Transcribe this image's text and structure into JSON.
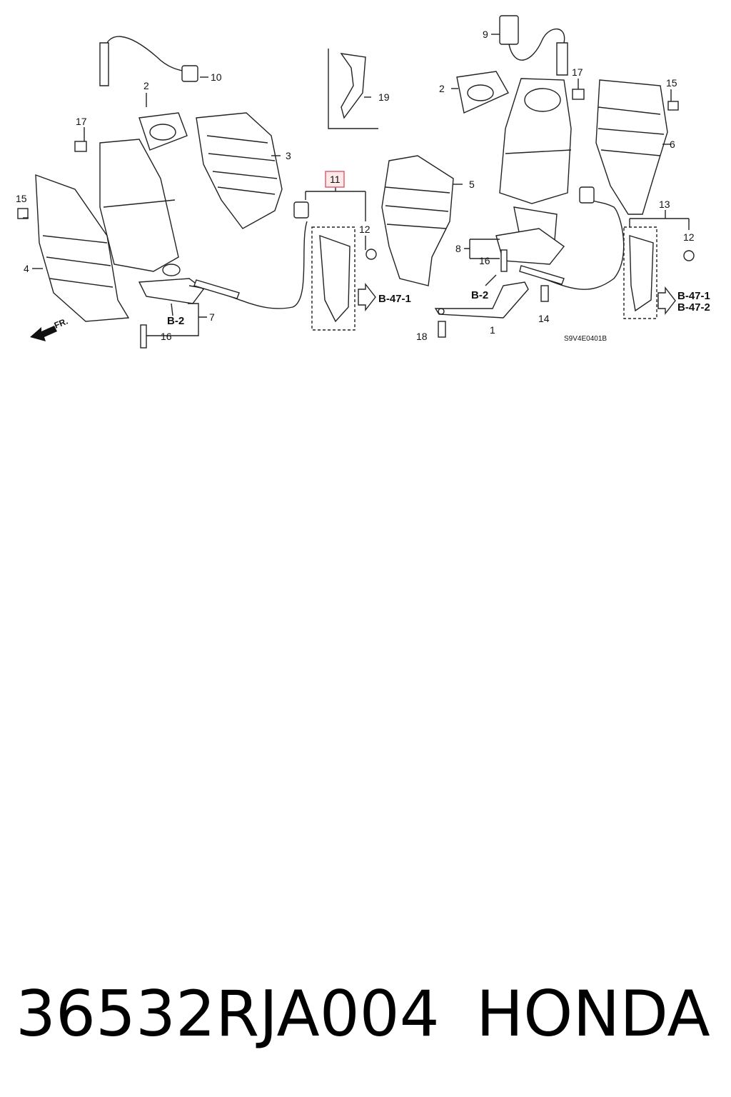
{
  "diagram": {
    "callouts": [
      {
        "id": "c1",
        "label": "1"
      },
      {
        "id": "c2a",
        "label": "2"
      },
      {
        "id": "c2b",
        "label": "2"
      },
      {
        "id": "c3",
        "label": "3"
      },
      {
        "id": "c4",
        "label": "4"
      },
      {
        "id": "c5",
        "label": "5"
      },
      {
        "id": "c6",
        "label": "6"
      },
      {
        "id": "c7",
        "label": "7"
      },
      {
        "id": "c8",
        "label": "8"
      },
      {
        "id": "c9",
        "label": "9"
      },
      {
        "id": "c10",
        "label": "10"
      },
      {
        "id": "c11",
        "label": "11"
      },
      {
        "id": "c12a",
        "label": "12"
      },
      {
        "id": "c12b",
        "label": "12"
      },
      {
        "id": "c13",
        "label": "13"
      },
      {
        "id": "c14",
        "label": "14"
      },
      {
        "id": "c15a",
        "label": "15"
      },
      {
        "id": "c15b",
        "label": "15"
      },
      {
        "id": "c16a",
        "label": "16"
      },
      {
        "id": "c16b",
        "label": "16"
      },
      {
        "id": "c17a",
        "label": "17"
      },
      {
        "id": "c17b",
        "label": "17"
      },
      {
        "id": "c18",
        "label": "18"
      },
      {
        "id": "c19",
        "label": "19"
      }
    ],
    "references": {
      "b2_left": "B-2",
      "b2_right": "B-2",
      "b47_1_mid": "B-47-1",
      "b47_1_right": "B-47-1",
      "b47_2_right": "B-47-2"
    },
    "front_label": "FR.",
    "diagram_code": "S9V4E0401B",
    "highlight_color": "#e06070"
  },
  "footer": {
    "part_number": "36532RJA004",
    "brand": "HONDA"
  }
}
